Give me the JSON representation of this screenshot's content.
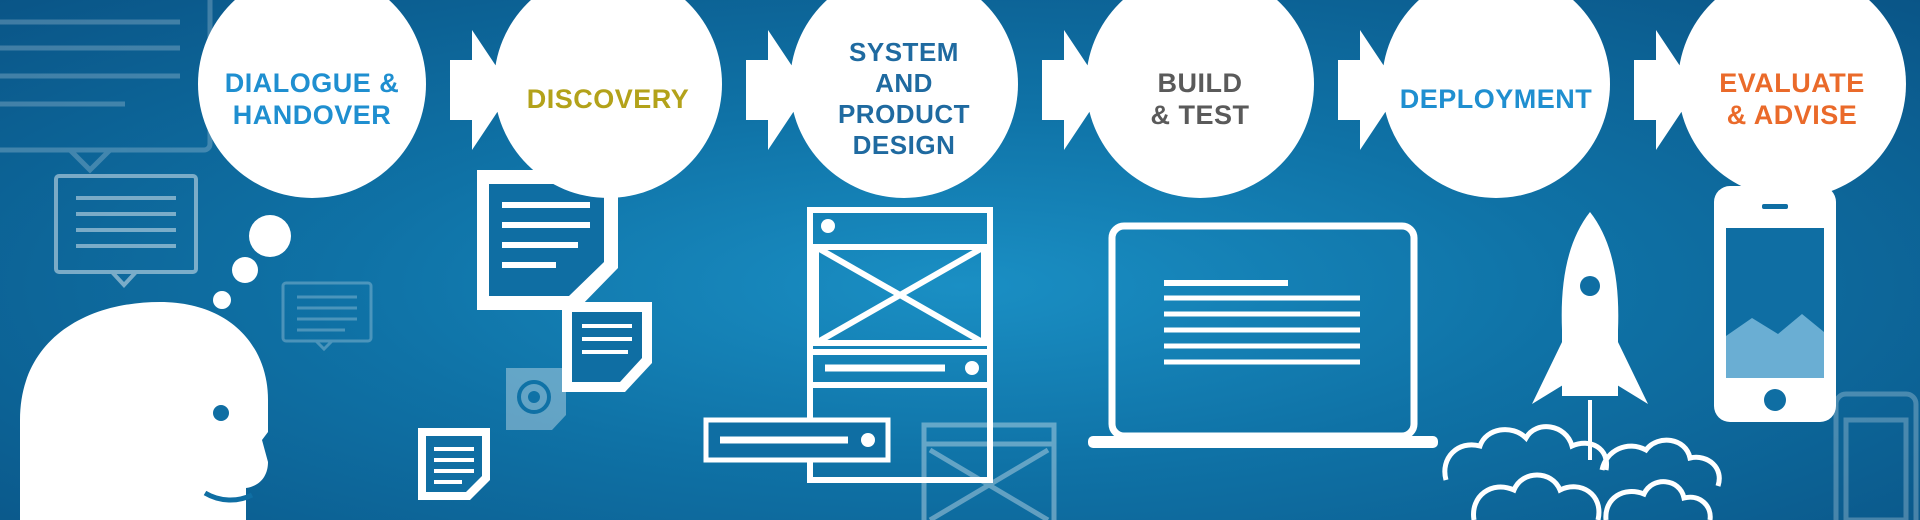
{
  "steps": [
    {
      "label": "DIALOGUE &\nHANDOVER",
      "color": "#1f8fd0"
    },
    {
      "label": "DISCOVERY",
      "color": "#b3a21a"
    },
    {
      "label": "SYSTEM\nAND\nPRODUCT\nDESIGN",
      "color": "#1f6aa0"
    },
    {
      "label": "BUILD\n& TEST",
      "color": "#5a5a5a"
    },
    {
      "label": "DEPLOYMENT",
      "color": "#1f8fd0"
    },
    {
      "label": "EVALUATE\n& ADVISE",
      "color": "#ea6a2a"
    }
  ],
  "colors": {
    "background_center": "#1a8fc4",
    "background_edge": "#0a5587",
    "foreground": "#ffffff"
  }
}
